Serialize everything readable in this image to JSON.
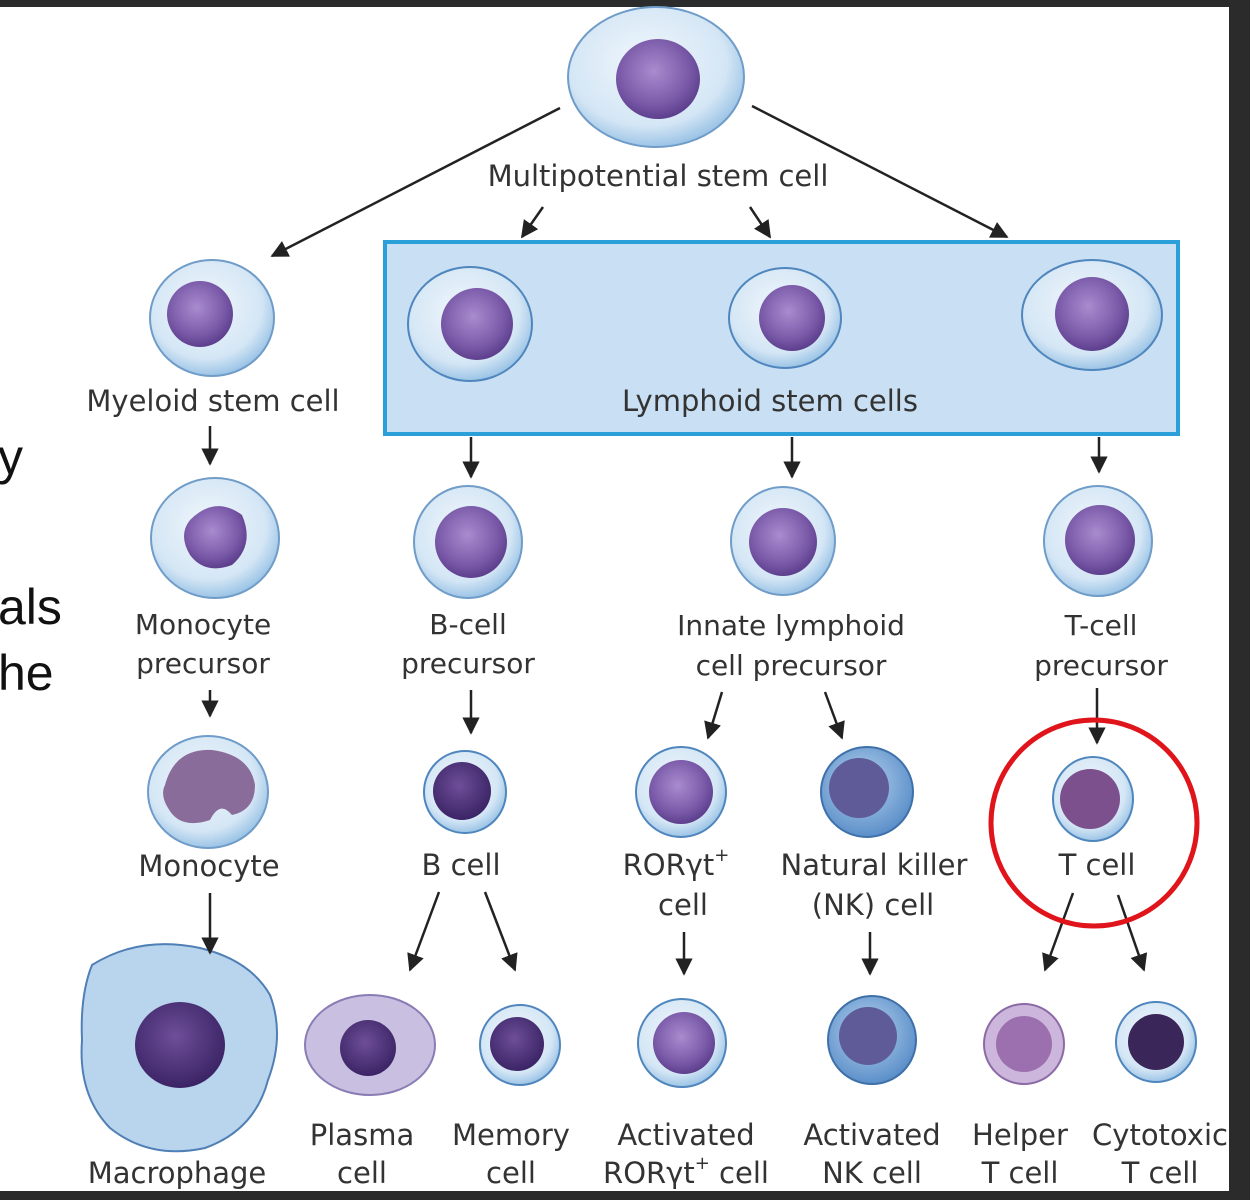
{
  "left_fragments": [
    "y",
    "als",
    "he"
  ],
  "root_label": "Multipotential stem cell",
  "myeloid_label": "Myeloid stem cell",
  "lymphoid_label": "Lymphoid stem cells",
  "monocyte_precursor": [
    "Monocyte",
    "precursor"
  ],
  "bcell_precursor": [
    "B-cell",
    "precursor"
  ],
  "ilc_precursor": [
    "Innate lymphoid",
    "cell precursor"
  ],
  "tcell_precursor": [
    "T-cell",
    "precursor"
  ],
  "monocyte": "Monocyte",
  "b_cell": "B cell",
  "roryt_cell": [
    "RORγt",
    "+",
    "cell"
  ],
  "nk_cell": [
    "Natural killer",
    "(NK) cell"
  ],
  "t_cell": "T cell",
  "macrophage": "Macrophage",
  "plasma_cell": [
    "Plasma",
    "cell"
  ],
  "memory_cell": [
    "Memory",
    "cell"
  ],
  "activated_roryt": [
    "Activated",
    "RORγt",
    "+",
    " cell"
  ],
  "activated_nk": [
    "Activated",
    "NK cell"
  ],
  "helper_t": [
    "Helper",
    "T cell"
  ],
  "cytotoxic_t": [
    "Cytotoxic",
    "T cell"
  ],
  "colors": {
    "lymphoid_box_fill": "#c9dff3",
    "lymphoid_box_border": "#2a9fd8",
    "highlight_circle": "#e0141b",
    "nucleus": "#7d5aa8",
    "cytoplasm": "#dceaf6"
  }
}
